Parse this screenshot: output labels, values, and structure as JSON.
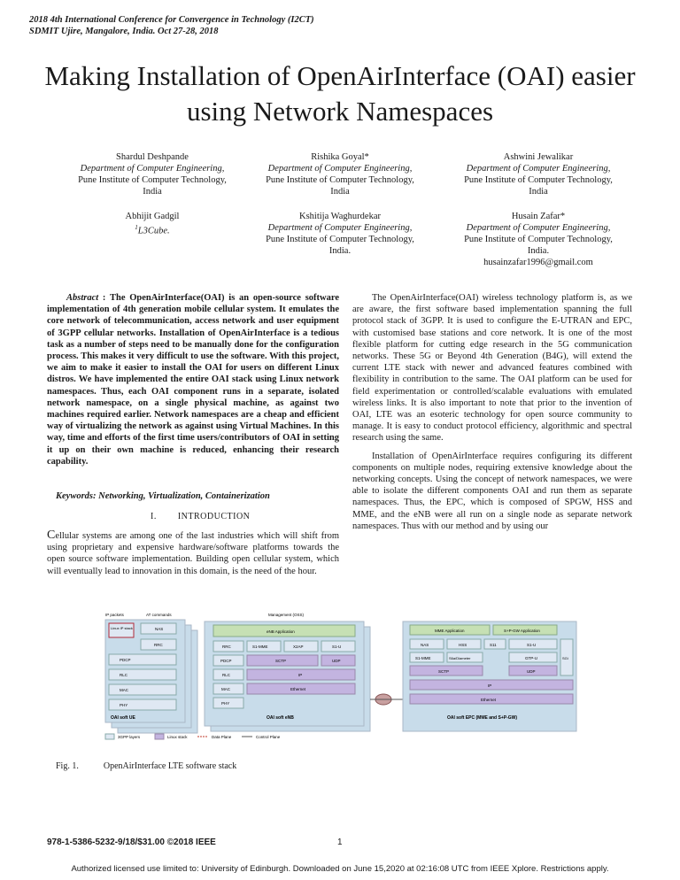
{
  "conference": {
    "line1": "2018 4th International Conference for Convergence in Technology (I2CT)",
    "line2": "SDMIT Ujire, Mangalore, India. Oct 27-28, 2018"
  },
  "title": {
    "line1": "Making Installation of OpenAirInterface (OAI) easier",
    "line2": "using Network Namespaces"
  },
  "authors": [
    {
      "name": "Shardul Deshpande",
      "dept": "Department of Computer Engineering,",
      "inst": "Pune Institute of Computer Technology,",
      "country": "India"
    },
    {
      "name": "Rishika Goyal*",
      "dept": "Department of Computer Engineering,",
      "inst": "Pune Institute of Computer Technology,",
      "country": "India"
    },
    {
      "name": "Ashwini Jewalikar",
      "dept": "Department of Computer Engineering,",
      "inst": "Pune Institute of Computer Technology,",
      "country": "India"
    },
    {
      "name": "Abhijit Gadgil",
      "dept": "L3Cube.",
      "sup": "1"
    },
    {
      "name": "Kshitija Waghurdekar",
      "dept": "Department of Computer Engineering,",
      "inst": "Pune Institute of Computer Technology,",
      "country": "India."
    },
    {
      "name": "Husain Zafar*",
      "dept": "Department of Computer Engineering,",
      "inst": "Pune Institute of Computer Technology,",
      "country": "India.",
      "email": "husainzafar1996@gmail.com"
    }
  ],
  "abstract": {
    "label": "Abstract",
    "text": " : The OpenAirInterface(OAI) is an open-source software implementation of 4th generation mobile cellular system. It emulates the core network of telecommunication, access network and user equipment of 3GPP cellular networks. Installation of OpenAirInterface is a tedious task as a number of steps need to be manually done for the configuration process. This makes it very difficult to use the software. With this project, we aim to make it easier to install the OAI for users on different Linux distros. We have implemented the entire OAI stack using Linux network namespaces. Thus, each OAI component runs in a separate, isolated network namespace, on a single physical machine, as against two machines required earlier. Network namespaces are a cheap and efficient way of virtualizing the network as against using Virtual Machines. In this way, time and efforts of the first time users/contributors of OAI in setting it up on their own machine is reduced, enhancing their research capability."
  },
  "keywords": "Keywords: Networking, Virtualization, Containerization",
  "section": {
    "number": "I.",
    "title": "INTRODUCTION"
  },
  "intro": {
    "dropcap": "C",
    "text": "ellular systems are among one of the last industries which will shift from using proprietary and expensive hardware/software platforms towards the open source software implementation. Building open cellular system, which will eventually lead to innovation in this domain, is the need of the hour."
  },
  "right_column": {
    "p1": "The OpenAirInterface(OAI) wireless technology platform is, as we are aware, the first software based implementation spanning the full protocol stack of 3GPP. It is used to configure the E-UTRAN and EPC, with customised base stations and core network. It is one of the most flexible platform for cutting edge research in the 5G communication networks. These 5G or Beyond 4th Generation (B4G), will extend the current LTE stack with newer and advanced features combined with flexibility in contribution to the same. The OAI platform can be used for field experimentation or controlled/scalable evaluations with emulated wireless links. It is also important to note that prior to the invention of OAI, LTE was an esoteric technology for open source community to manage. It is easy to conduct protocol efficiency, algorithmic and spectral research using the same.",
    "p2": "Installation of OpenAirInterface requires configuring its different components on multiple nodes, requiring extensive knowledge about the networking concepts. Using the concept of network namespaces, we were able to isolate the different components OAI and run them as separate namespaces. Thus, the EPC, which is composed of SPGW, HSS and MME, and the eNB were all run on a single node as separate network namespaces. Thus with our method and by using our"
  },
  "figure": {
    "ue": {
      "top_labels": [
        "IP packets",
        "AT commands"
      ],
      "linux_ip": "Linux IP stack",
      "layers": [
        "NAS",
        "RRC",
        "PDCP",
        "RLC",
        "MAC",
        "PHY"
      ],
      "footer": "OAI soft UE"
    },
    "enb": {
      "top_label": "Management (OSS)",
      "app": "eNB Application",
      "row1": [
        "RRC",
        "S1-MME",
        "X2AP",
        "S1-U"
      ],
      "row2": [
        "PDCP",
        "SCTP",
        "UDP"
      ],
      "rlc": "RLC",
      "ip": "IP",
      "mac": "MAC",
      "eth": "Ethernet",
      "phy": "PHY",
      "footer": "OAI soft eNB"
    },
    "epc": {
      "apps": [
        "MME Application",
        "S+P-GW Application"
      ],
      "row1": [
        "NAS",
        "HSS",
        "S11",
        "S1-U"
      ],
      "row2": [
        "S1-MME",
        "S6a/Diameter",
        "GTP-U"
      ],
      "row3": [
        "SCTP",
        "UDP"
      ],
      "side": "SGi",
      "ip": "IP",
      "eth": "Ethernet",
      "footer": "OAI soft EPC (MME and S+P-GW)"
    },
    "legend": [
      "3GPP layers",
      "Linux stack",
      "Data Plane",
      "Control Plane"
    ],
    "colors": {
      "panel": "#c8dcea",
      "block": "#dfe8f3",
      "app": "#c6e0b4",
      "ipbar": "#c3b4e0",
      "frame": "#aab7c7"
    }
  },
  "caption": {
    "label": "Fig. 1.",
    "text": "OpenAirInterface LTE software stack"
  },
  "footer": {
    "isbn": "978-1-5386-5232-9/18/$31.00 ©2018 IEEE",
    "page": "1",
    "license": "Authorized licensed use limited to: University of Edinburgh. Downloaded on June 15,2020 at 02:16:08 UTC from IEEE Xplore.  Restrictions apply."
  }
}
